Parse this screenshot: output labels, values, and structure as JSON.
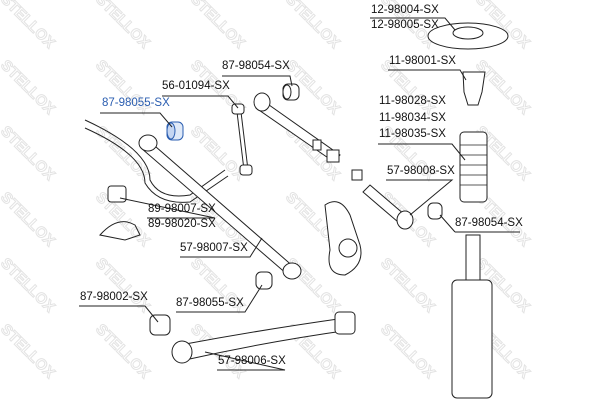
{
  "watermark": "STELLOX",
  "colors": {
    "highlight": "#2a5db0",
    "text": "#111111",
    "line": "#222222",
    "watermark": "#e3e3e3"
  },
  "labels": [
    {
      "id": "12-98004",
      "text": "12-98004-SX"
    },
    {
      "id": "12-98005",
      "text": "12-98005-SX"
    },
    {
      "id": "87-98054-top",
      "text": "87-98054-SX"
    },
    {
      "id": "11-98001",
      "text": "11-98001-SX"
    },
    {
      "id": "56-01094",
      "text": "56-01094-SX"
    },
    {
      "id": "87-98055-selected",
      "text": "87-98055-SX",
      "highlighted": true
    },
    {
      "id": "11-98028",
      "text": "11-98028-SX"
    },
    {
      "id": "11-98034",
      "text": "11-98034-SX"
    },
    {
      "id": "11-98035",
      "text": "11-98035-SX"
    },
    {
      "id": "57-98008",
      "text": "57-98008-SX"
    },
    {
      "id": "89-98007",
      "text": "89-98007-SX"
    },
    {
      "id": "89-98020",
      "text": "89-98020-SX"
    },
    {
      "id": "87-98054-right",
      "text": "87-98054-SX"
    },
    {
      "id": "57-98007",
      "text": "57-98007-SX"
    },
    {
      "id": "87-98002",
      "text": "87-98002-SX"
    },
    {
      "id": "87-98055-lower",
      "text": "87-98055-SX"
    },
    {
      "id": "57-98006",
      "text": "57-98006-SX"
    }
  ]
}
